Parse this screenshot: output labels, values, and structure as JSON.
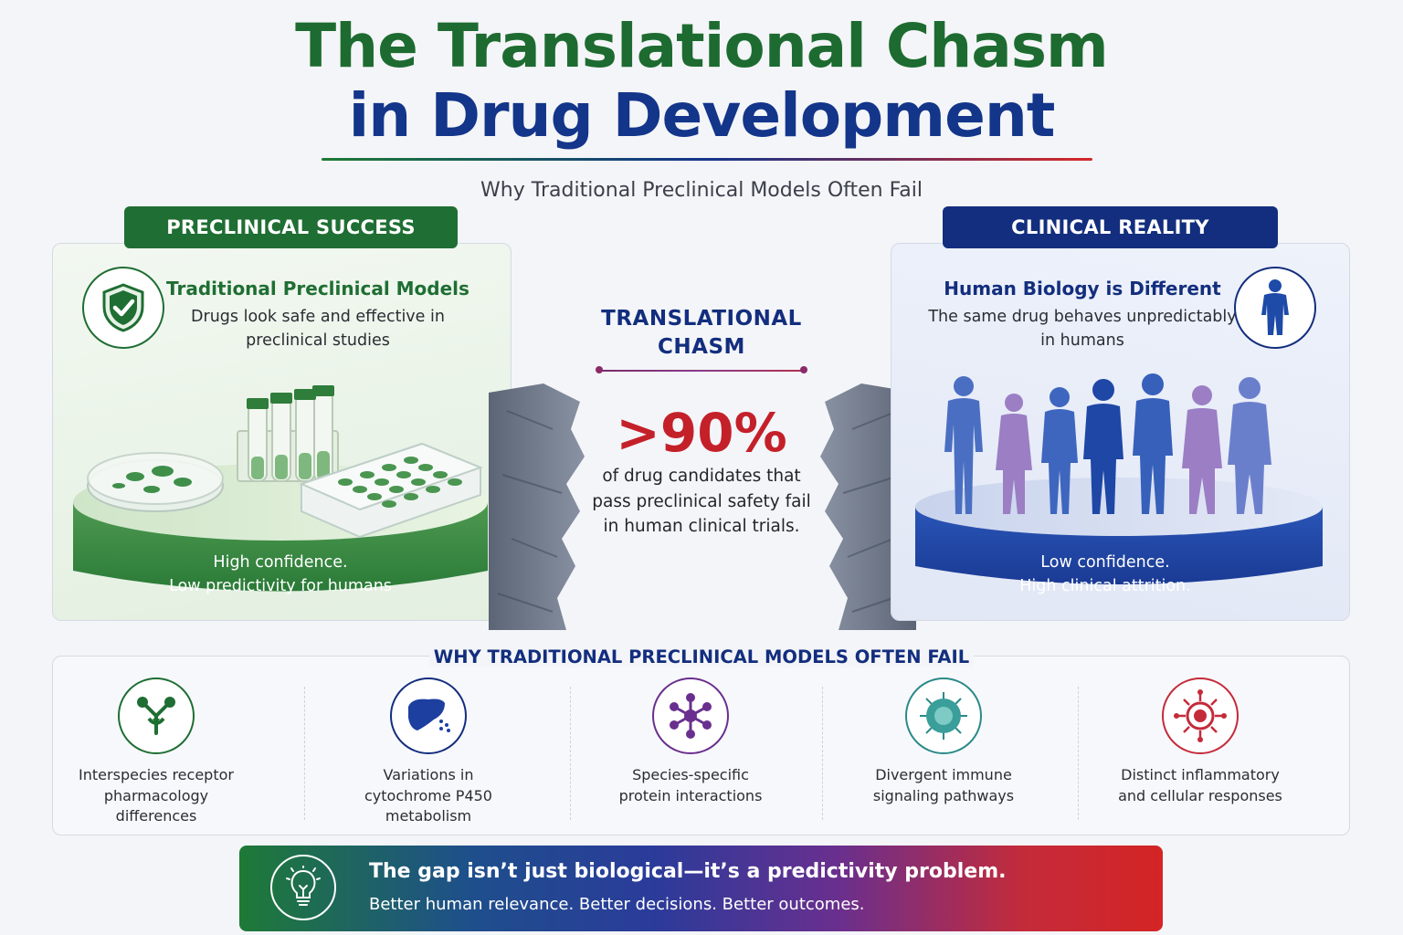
{
  "title": {
    "line1": "The Translational Chasm",
    "line2": "in Drug Development"
  },
  "subtitle": "Why Traditional Preclinical Models Often Fail",
  "left_panel": {
    "tab": "PRECLINICAL SUCCESS",
    "heading": "Traditional Preclinical Models",
    "text": "Drugs look safe and effective in preclinical studies",
    "caption_line1": "High confidence.",
    "caption_line2": "Low predictivity for humans"
  },
  "right_panel": {
    "tab": "CLINICAL REALITY",
    "heading": "Human Biology is Different",
    "text": "The same drug behaves unpredictably in humans",
    "caption_line1": "Low confidence.",
    "caption_line2": "High clinical attrition."
  },
  "chasm": {
    "title": "TRANSLATIONAL CHASM",
    "stat": ">90%",
    "description": "of drug candidates that pass preclinical safety fail in human clinical trials."
  },
  "reasons": {
    "heading": "WHY TRADITIONAL PRECLINICAL MODELS OFTEN FAIL",
    "items": [
      {
        "label": "Interspecies receptor pharmacology differences",
        "icon": "receptor-icon",
        "color": "#1f6e33"
      },
      {
        "label": "Variations in cytochrome P450 metabolism",
        "icon": "liver-icon",
        "color": "#132e7e"
      },
      {
        "label": "Species-specific protein interactions",
        "icon": "protein-network-icon",
        "color": "#6a2f8e"
      },
      {
        "label": "Divergent immune signaling pathways",
        "icon": "immune-cell-icon",
        "color": "#2a8a88"
      },
      {
        "label": "Distinct inflammatory and cellular responses",
        "icon": "inflammation-icon",
        "color": "#c42b3a"
      }
    ]
  },
  "banner": {
    "line1": "The gap isn’t just biological—it’s a predictivity problem.",
    "line2": "Better human relevance. Better decisions. Better outcomes."
  },
  "colors": {
    "green": "#1f6e33",
    "blue": "#132e7e",
    "red": "#c4202a",
    "purple": "#8a2a6a"
  }
}
